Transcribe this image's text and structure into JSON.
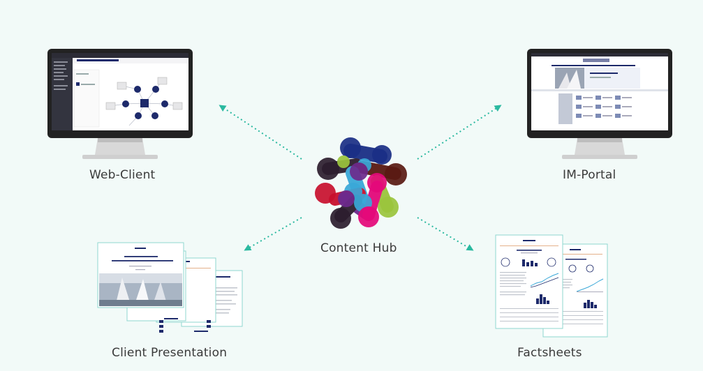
{
  "labels": {
    "web_client": "Web-Client",
    "im_portal": "IM-Portal",
    "content_hub": "Content Hub",
    "client_presentation": "Client Presentation",
    "factsheets": "Factsheets"
  },
  "colors": {
    "background": "#f2faf8",
    "arrow": "#2bb9a0",
    "navy": "#1d2a6b"
  },
  "hub_palette": [
    "#2d1e2f",
    "#1b2f86",
    "#3aa8d8",
    "#9bc53d",
    "#e4097a",
    "#c8102e",
    "#6d2a8c",
    "#5a1a13"
  ]
}
